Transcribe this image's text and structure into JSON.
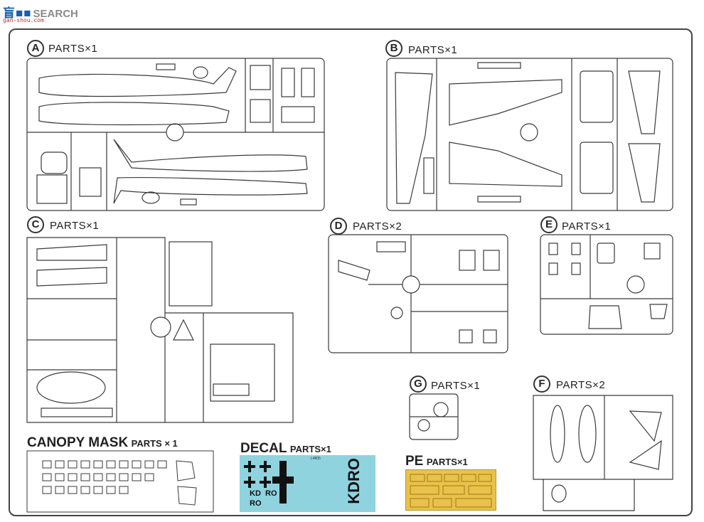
{
  "header": {
    "logo_cn": "盲",
    "logo_en": "SEARCH",
    "logo_url": "gan-shou.com"
  },
  "frames": [
    {
      "letter": "A",
      "label": "PARTS×1"
    },
    {
      "letter": "B",
      "label": "PARTS×1"
    },
    {
      "letter": "C",
      "label": "PARTS×1"
    },
    {
      "letter": "D",
      "label": "PARTS×2"
    },
    {
      "letter": "E",
      "label": "PARTS×1"
    },
    {
      "letter": "G",
      "label": "PARTS×1"
    },
    {
      "letter": "F",
      "label": "PARTS×2"
    }
  ],
  "canopy_mask": {
    "title": "CANOPY MASK",
    "parts": "PARTS × 1"
  },
  "decal": {
    "title": "DECAL",
    "parts": "PARTS×1",
    "code": "L4805",
    "big_text": "KDRO",
    "side_a": "KD",
    "side_b": "RO"
  },
  "pe": {
    "title": "PE",
    "parts": "PARTS×1"
  },
  "colors": {
    "line": "#3a3a3a",
    "decal_bg": "#8fd3df",
    "pe_gold": "#e8c24a",
    "logo_blue": "#1b5fb0"
  }
}
